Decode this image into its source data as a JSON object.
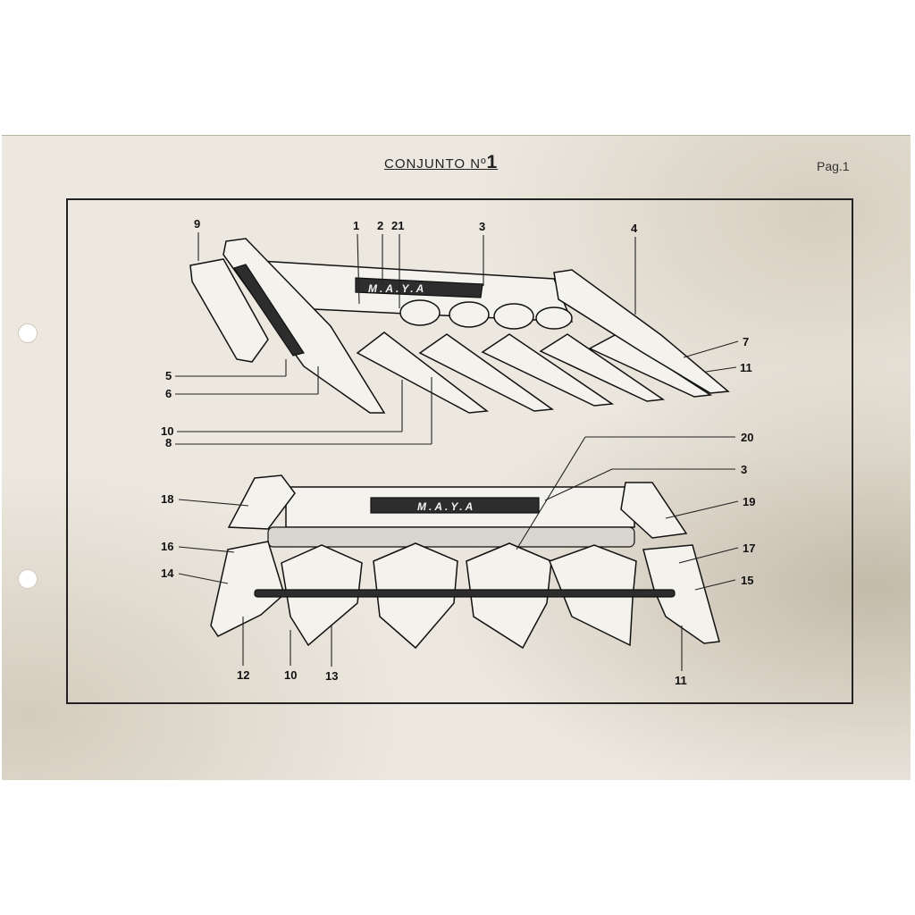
{
  "document": {
    "title_prefix": "CONJUNTO",
    "title_no": "Nº",
    "title_number": "1",
    "page_label": "Pag.1"
  },
  "brand_text": "M.A.Y.A",
  "callouts_top": [
    "9",
    "1",
    "2",
    "21",
    "3",
    "4",
    "7",
    "11",
    "5",
    "6",
    "10",
    "8"
  ],
  "callouts_bottom": [
    "20",
    "3",
    "18",
    "19",
    "16",
    "17",
    "14",
    "15",
    "12",
    "10",
    "13",
    "11"
  ]
}
